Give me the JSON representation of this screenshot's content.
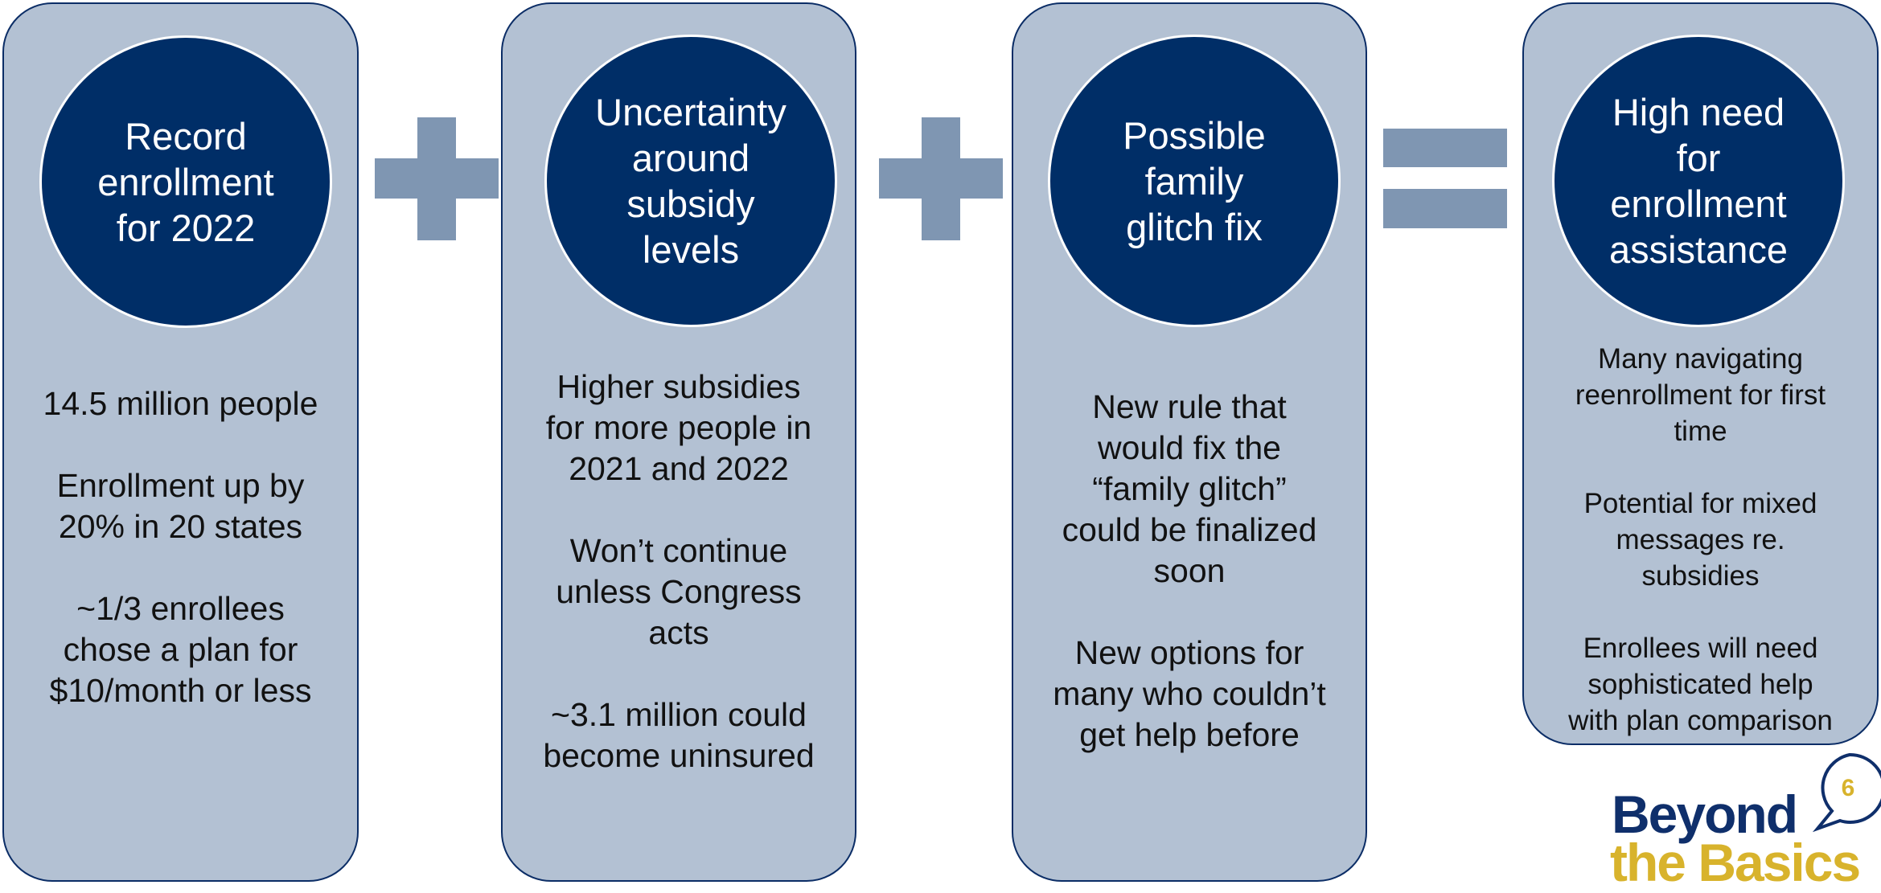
{
  "columns": [
    {
      "title": "Record\nenrollment\nfor 2022",
      "paragraphs": [
        "14.5 million people",
        "Enrollment up by\n20% in 20 states",
        "~1/3 enrollees\nchose a plan for\n$10/month or less"
      ]
    },
    {
      "title": "Uncertainty\naround\nsubsidy\nlevels",
      "paragraphs": [
        "Higher subsidies\nfor more people in\n2021 and 2022",
        "Won’t continue\nunless Congress\nacts",
        "~3.1 million could\nbecome uninsured"
      ]
    },
    {
      "title": "Possible\nfamily\nglitch fix",
      "paragraphs": [
        "New rule that\nwould fix the\n“family glitch”\ncould be finalized\nsoon",
        "New options for\nmany who couldn’t\nget help before"
      ]
    },
    {
      "title": "High need\nfor\nenrollment\nassistance",
      "paragraphs": [
        "Many navigating\nreenrollment for first\ntime",
        "Potential for mixed\nmessages re.\nsubsidies",
        "Enrollees will need\nsophisticated help\nwith plan comparison"
      ]
    }
  ],
  "operators": [
    "plus",
    "plus",
    "equals"
  ],
  "logo": {
    "line1": "Beyond",
    "line2": "the Basics"
  },
  "page_number": "6",
  "colors": {
    "panel_fill": "#b3c1d3",
    "panel_border": "#0b2d66",
    "circle_fill": "#002e67",
    "operator": "#7f96b2",
    "logo_blue": "#0f2f6b",
    "logo_gold": "#d8b32c"
  }
}
